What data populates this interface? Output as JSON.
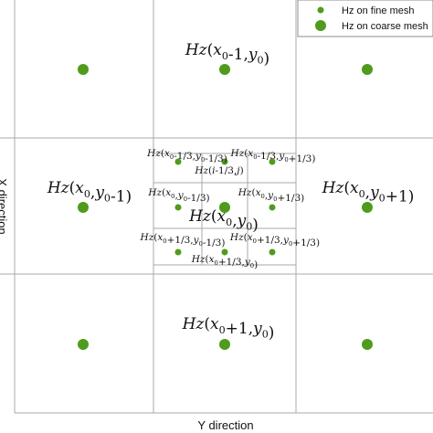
{
  "colors": {
    "grid": "#a9a9a9",
    "dot": "#4f9b1e",
    "text": "#111111",
    "legend_border": "#8c8c8c"
  },
  "legend": {
    "fine_label": "Hz on fine mesh",
    "coarse_label": "Hz on coarse mesh"
  },
  "axes": {
    "x_label": "Y direction",
    "y_label": "X direction"
  },
  "coarse_labels": {
    "top": "Hz(x0-1,y0)",
    "left": "Hz(x0,y0-1)",
    "right": "Hz(x0,y0+1)",
    "center": "Hz(x0,y0)",
    "bottom": "Hz(x0+1,y0)"
  },
  "fine_labels": {
    "top_left": "Hz(x0-1/3,y0-1/3)",
    "top_right": "Hz(x0-1/3,y0+1/3)",
    "top_center": "Hz(i-1/3,j)",
    "mid_left": "Hz(x0,y0-1/3)",
    "mid_right": "Hz(x0,y0+1/3)",
    "bottom_left": "Hz(x0+1/3,y0-1/3)",
    "bottom_right": "Hz(x0+1/3,y0+1/3)",
    "bottom_center": "Hz(x0+1/3,y0)"
  }
}
